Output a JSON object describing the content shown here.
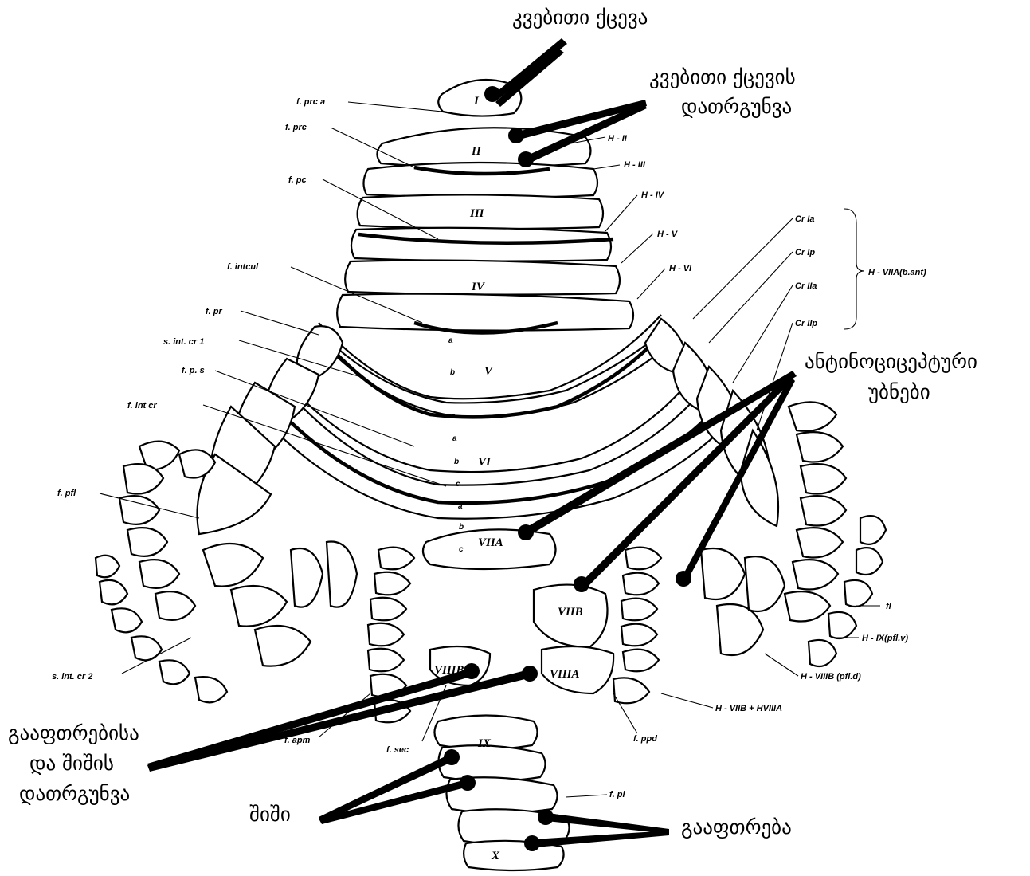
{
  "callouts": {
    "feeding_behavior": "კვებითი ქცევა",
    "feeding_suppression_line1": "კვებითი ქცევის",
    "feeding_suppression_line2": "დათრგუნვა",
    "antinociceptive_line1": "ანტინოციცეპტური",
    "antinociceptive_line2": "უბნები",
    "rage_fear_line1": "გააფთრებისა",
    "rage_fear_line2": "და შიშის",
    "rage_fear_line3": "დათრგუნვა",
    "fear": "შიში",
    "rage": "გააფთრება"
  },
  "left_labels": {
    "f_prc_a": "f. prc a",
    "f_prc": "f. prc",
    "f_pc": "f. pc",
    "f_intcul": "f. intcul",
    "f_pr": "f. pr",
    "s_int_cr1": "s. int. cr 1",
    "f_ps": "f. p. s",
    "f_int_cr": "f. int cr",
    "f_pfl": "f. pfl",
    "s_int_cr2": "s. int. cr 2",
    "f_apm": "f. apm",
    "f_sec": "f. sec"
  },
  "right_labels": {
    "h_ii": "H - II",
    "h_iii": "H - III",
    "h_iv": "H - IV",
    "h_v": "H - V",
    "h_vi": "H - VI",
    "cr_ia": "Cr Ia",
    "cr_ip": "Cr Ip",
    "cr_iia": "Cr IIa",
    "cr_iip": "Cr IIp",
    "h_viia": "H - VIIA(b.ant)",
    "fl": "fl",
    "h_ix": "H - IX(pfl.v)",
    "h_viiib": "H - VIIIB (pfl.d)",
    "h_viib": "H - VIIB + HVIIIA",
    "f_ppd": "f. ppd",
    "f_pl": "f. pl"
  },
  "lobule_labels": {
    "i": "I",
    "ii": "II",
    "iii": "III",
    "iv": "IV",
    "v": "V",
    "vi": "VI",
    "viia": "VIIA",
    "viib": "VIIB",
    "viiia": "VIIIA",
    "viiib": "VIIIB",
    "ix": "IX",
    "x": "X",
    "sub_a": "a",
    "sub_b": "b",
    "sub_c": "c"
  },
  "colors": {
    "ink": "#000000",
    "paper": "#ffffff"
  }
}
